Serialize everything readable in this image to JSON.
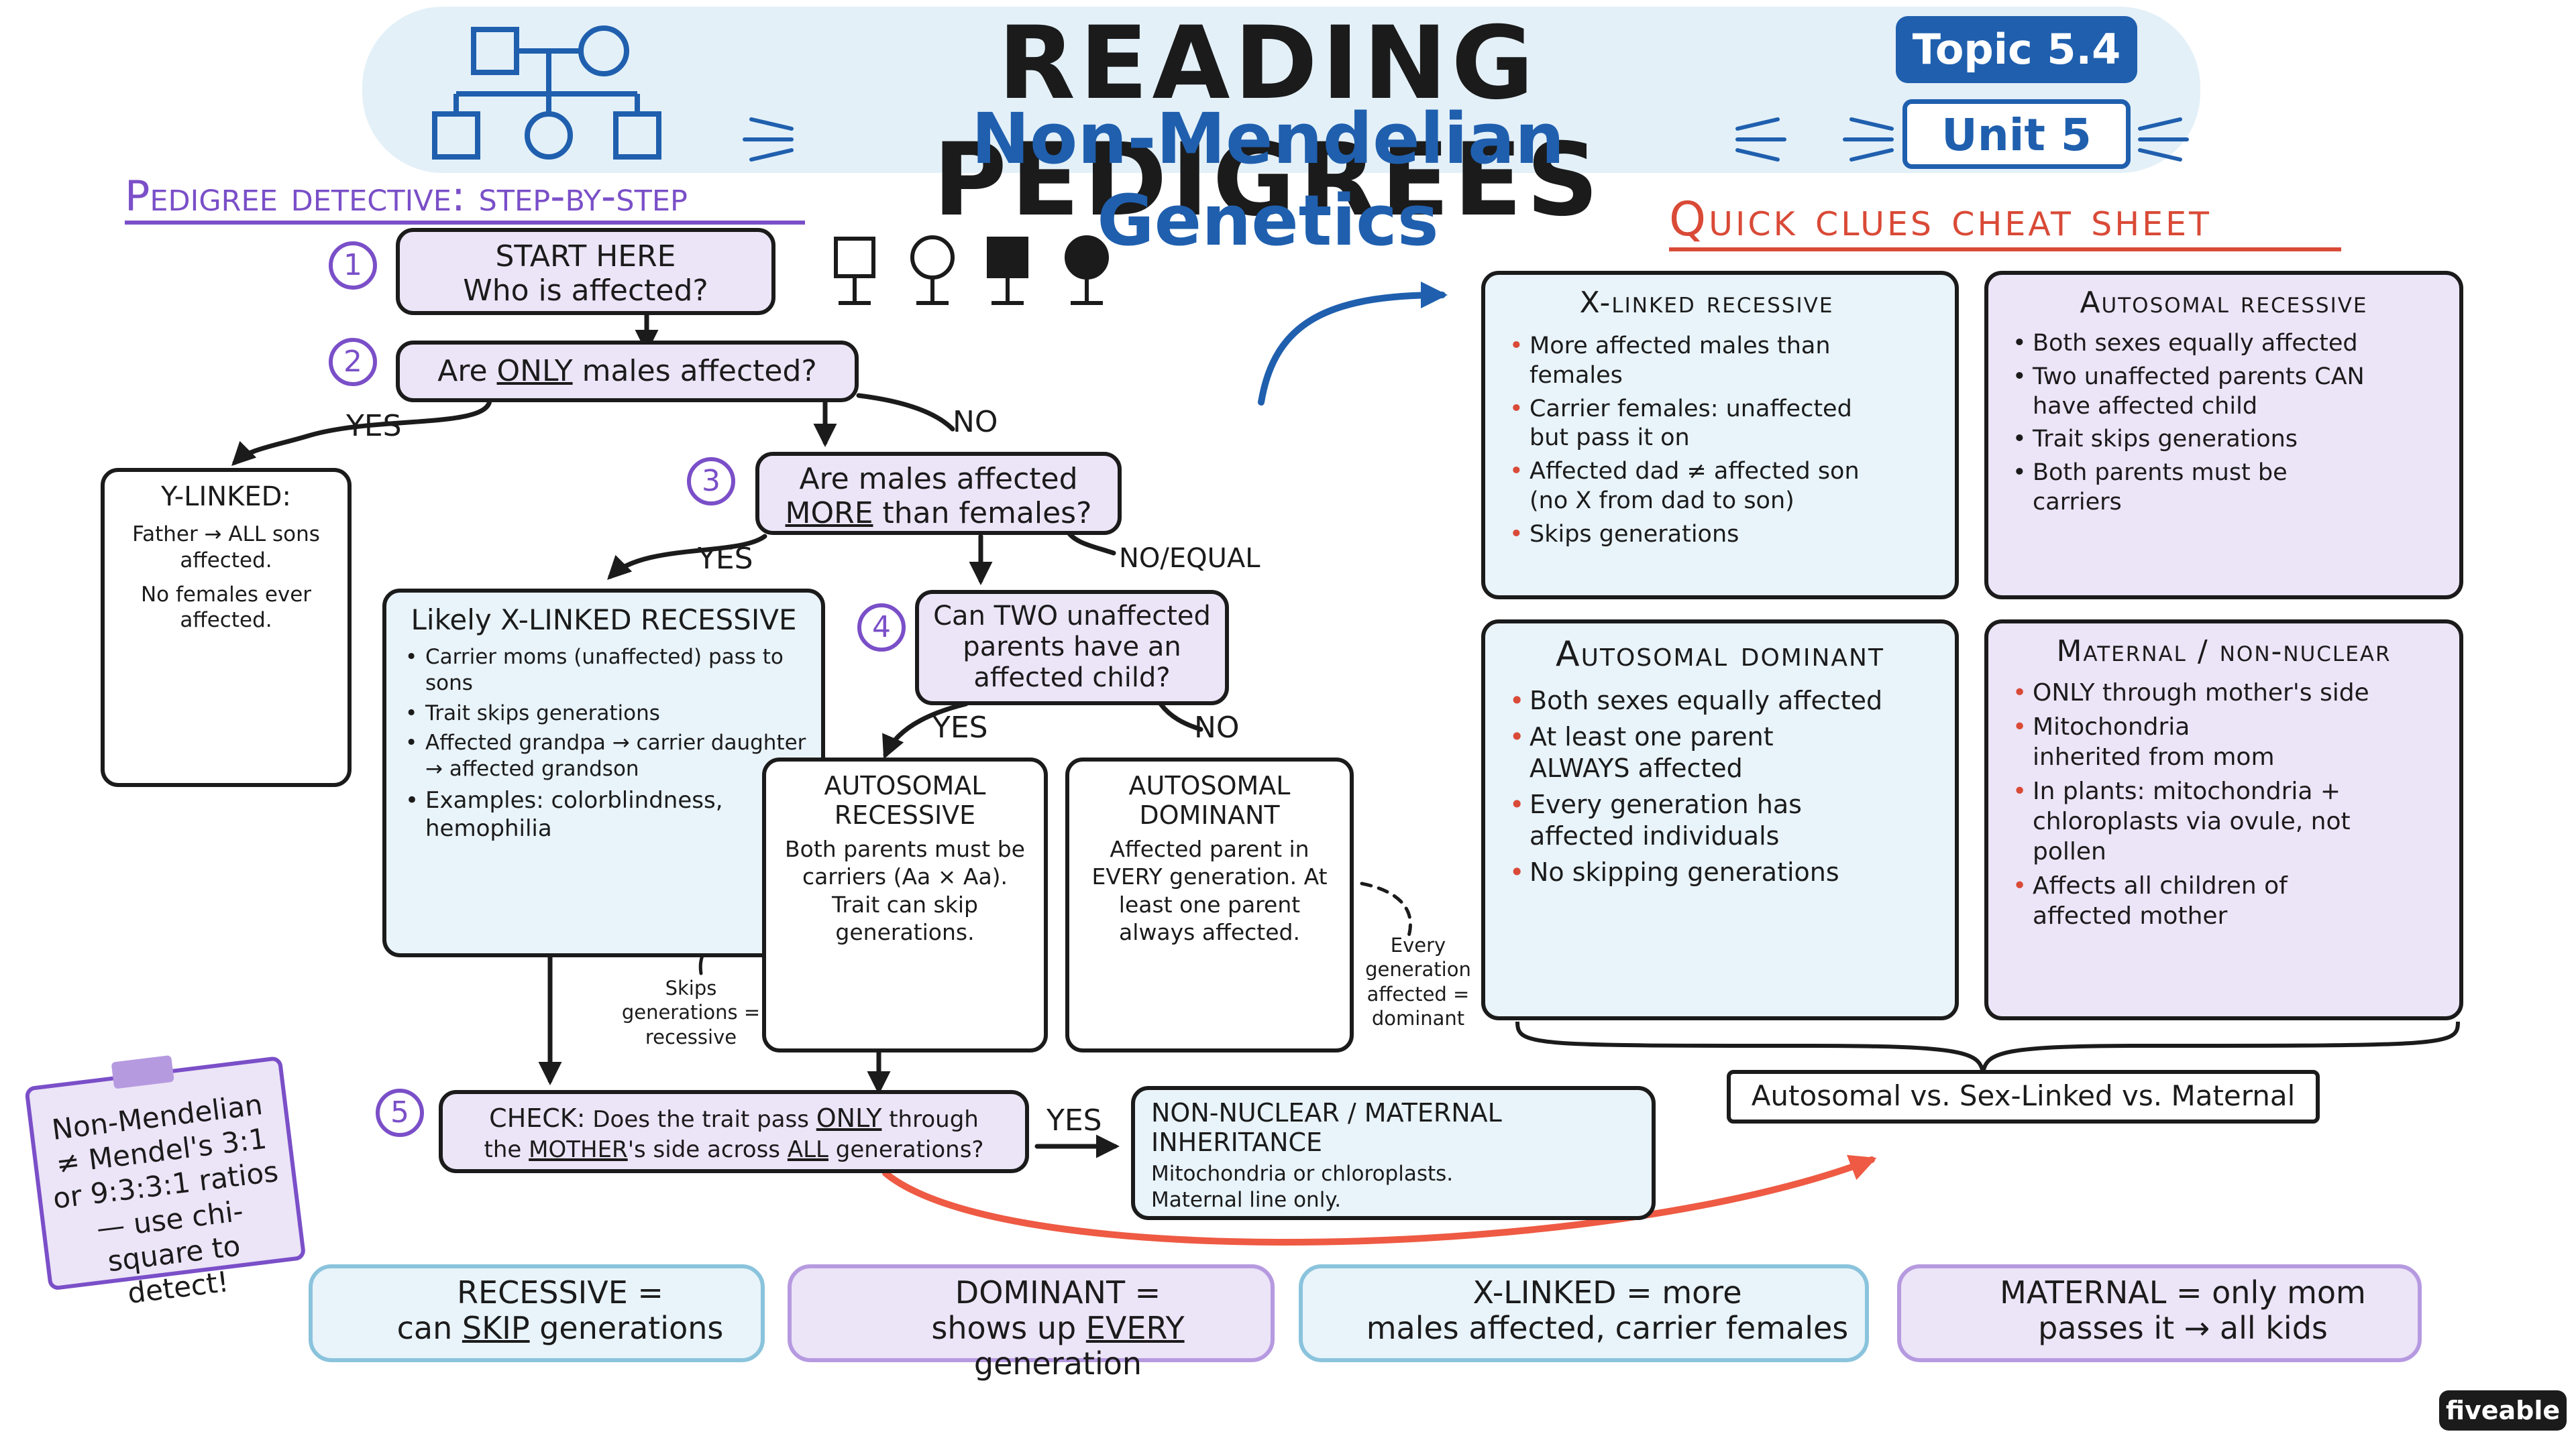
{
  "title": "READING PEDIGREES",
  "subtitle": "Non-Mendelian Genetics",
  "topic_badge": "Topic 5.4",
  "unit_badge": "Unit 5",
  "section_left": "Pedigree detective: step-by-step",
  "section_right": "Quick clues cheat sheet",
  "steps": {
    "n1": "1",
    "n2": "2",
    "n3": "3",
    "n4": "4",
    "n5": "5",
    "s1_line1": "START HERE",
    "s1_line2": "Who is affected?",
    "s2_pre": "Are ",
    "s2_em": "ONLY",
    "s2_post": " males affected?",
    "s3_line1": "Are males affected",
    "s3_em": "MORE",
    "s3_post": " than females?",
    "s4": "Can TWO unaffected parents have an affected child?",
    "s5_a": "CHECK:",
    "s5_b": " Does the trait pass ",
    "s5_c": "ONLY",
    "s5_d": " through",
    "s5_e": "the ",
    "s5_f": "MOTHER",
    "s5_g": "'s side across ",
    "s5_h": "ALL",
    "s5_i": " generations?"
  },
  "labels": {
    "yes1": "YES",
    "no1": "NO",
    "yes2": "YES",
    "noequal": "NO/EQUAL",
    "yes3": "YES",
    "no3": "NO",
    "yes4": "YES"
  },
  "y_linked": {
    "title": "Y-LINKED:",
    "line1": "Father → ALL sons affected.",
    "line2": "No females ever affected."
  },
  "x_linked_box": {
    "title": "Likely X-LINKED RECESSIVE",
    "items": [
      "Carrier moms (unaffected) pass to sons",
      "Trait skips generations",
      "Affected grandpa → carrier daughter → affected grandson",
      "Examples: colorblindness, hemophilia"
    ]
  },
  "ar_box": {
    "title": "AUTOSOMAL RECESSIVE",
    "text": "Both parents must be carriers (Aa × Aa). Trait can skip generations."
  },
  "ad_box": {
    "title": "AUTOSOMAL DOMINANT",
    "text": "Affected parent in EVERY generation. At least one parent always affected."
  },
  "notes": {
    "skips": "Skips generations = recessive",
    "every": "Every generation affected = dominant"
  },
  "nonnuclear_box": {
    "title": "NON-NUCLEAR / MATERNAL INHERITANCE",
    "line1": "Mitochondria or chloroplasts.",
    "line2": "Maternal line only."
  },
  "sticky_note": "Non-Mendelian ≠ Mendel's 3:1 or 9:3:3:1 ratios — use chi-square to detect!",
  "cheat": {
    "xlr": {
      "title": "X-linked recessive",
      "items": [
        "More affected males than females",
        "Carrier females: unaffected but pass it on",
        "Affected dad ≠ affected son (no X from dad to son)",
        "Skips generations"
      ]
    },
    "ar": {
      "title": "Autosomal recessive",
      "items": [
        "Both sexes equally affected",
        "Two unaffected parents CAN have affected child",
        "Trait skips generations",
        "Both parents must be carriers"
      ]
    },
    "ad": {
      "title": "Autosomal dominant",
      "items": [
        "Both sexes equally affected",
        "At least one parent ALWAYS affected",
        "Every generation has affected individuals",
        "No skipping generations"
      ]
    },
    "mat": {
      "title": "Maternal / non-nuclear",
      "items": [
        "ONLY through mother's side",
        "Mitochondria inherited from mom",
        "In plants: mitochondria + chloroplasts via ovule, not pollen",
        "Affects all children of affected mother"
      ]
    },
    "bracket_label": "Autosomal vs. Sex-Linked vs. Maternal"
  },
  "summary": {
    "recessive_a": "RECESSIVE =",
    "recessive_b": "can ",
    "recessive_c": "SKIP",
    "recessive_d": " generations",
    "dominant_a": "DOMINANT =",
    "dominant_b": "shows up ",
    "dominant_c": "EVERY",
    "dominant_d": " generation",
    "xlinked_a": "X-LINKED = more",
    "xlinked_b": "males affected, carrier females",
    "maternal_a": "MATERNAL = only mom",
    "maternal_b": "passes it → all kids"
  },
  "logo": "fiveable",
  "colors": {
    "purple": "#7a4fc8",
    "blue": "#1f5fae",
    "red": "#d94a37",
    "lavender": "#ece4f7",
    "ice": "#e8f3fa",
    "ink": "#1b1b1b"
  }
}
